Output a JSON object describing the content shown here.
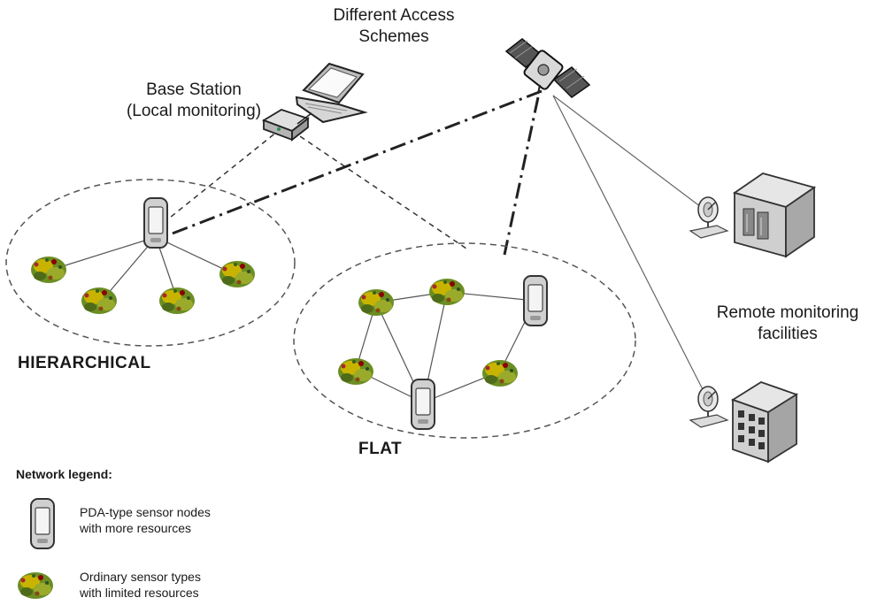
{
  "labels": {
    "access_line1": "Different Access",
    "access_line2": "Schemes",
    "base_line1": "Base Station",
    "base_line2": "(Local monitoring)",
    "remote_line1": "Remote monitoring",
    "remote_line2": "facilities",
    "hierarchical": "HIERARCHICAL",
    "flat": "FLAT"
  },
  "legend": {
    "title": "Network legend:",
    "pda_line1": "PDA-type sensor nodes",
    "pda_line2": "with more resources",
    "ordinary_line1": "Ordinary sensor types",
    "ordinary_line2": "with limited resources"
  },
  "colors": {
    "line": "#555555",
    "sensor_green": "#6b8e23",
    "sensor_yellow": "#c8b400",
    "device_grey": "#c8c8c8"
  },
  "icons": [
    "satellite-icon",
    "laptop-icon",
    "router-icon",
    "pda-icon",
    "sensor-icon",
    "satellite-dish-icon",
    "building-icon"
  ]
}
